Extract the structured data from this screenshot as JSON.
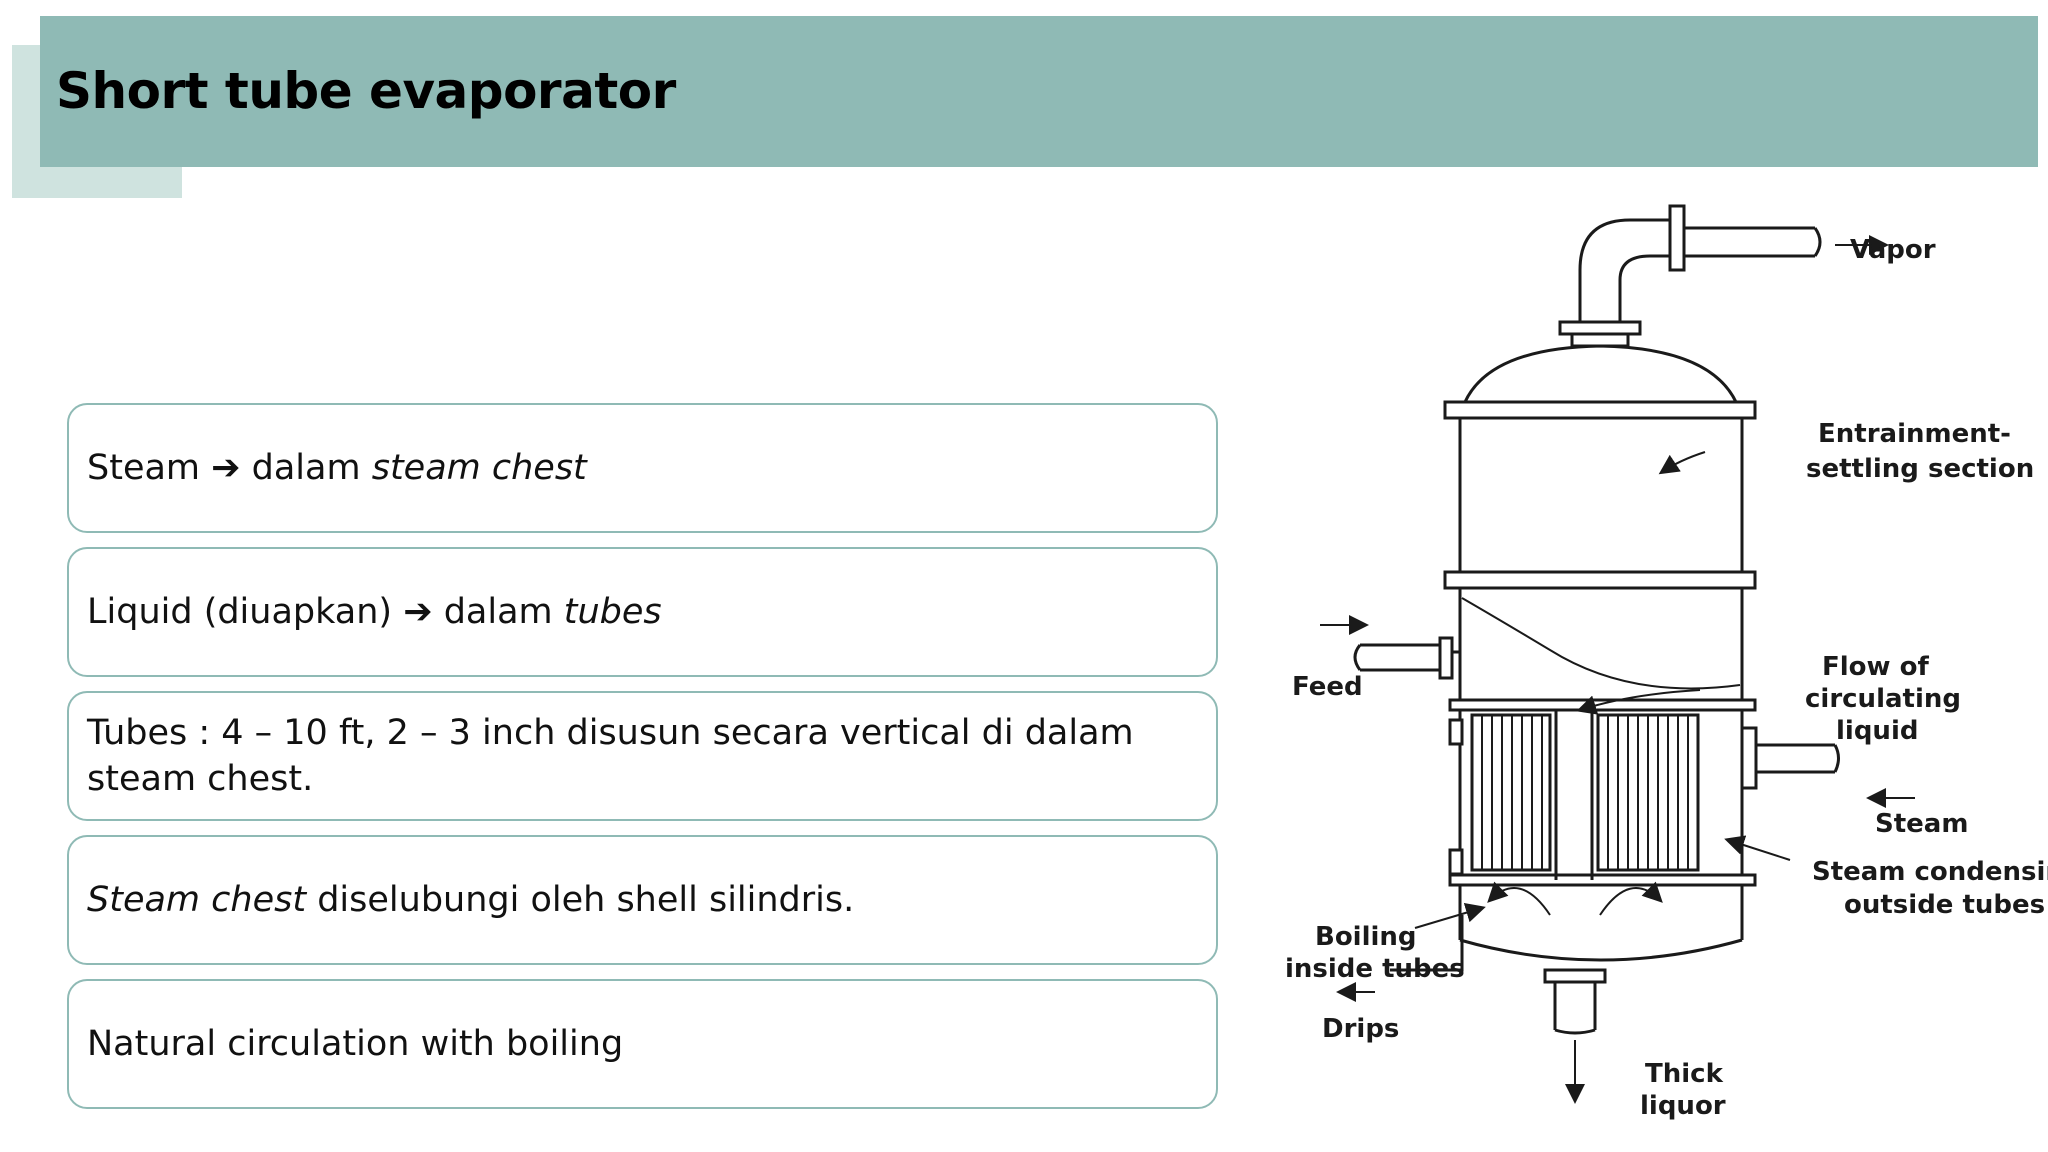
{
  "slide": {
    "title": "Short tube evaporator"
  },
  "bullets": [
    {
      "before": "Steam",
      "arrow": "➔",
      "after": "dalam",
      "italic": "steam chest"
    },
    {
      "before": "Liquid (diuapkan)",
      "arrow": "➔",
      "after": "dalam",
      "italic": "tubes"
    },
    {
      "text": "Tubes : 4 – 10 ft, 2 – 3 inch disusun secara vertical di dalam steam chest."
    },
    {
      "italic": "Steam chest",
      "rest": "diselubungi oleh shell silindris."
    },
    {
      "text": "Natural circulation with boiling"
    }
  ],
  "diagram": {
    "labels": {
      "vapor": "Vapor",
      "entrainment_1": "Entrainment-",
      "entrainment_2": "settling section",
      "flow_1": "Flow of",
      "flow_2": "circulating",
      "flow_3": "liquid",
      "feed": "Feed",
      "steam": "Steam",
      "condensing_1": "Steam condensing",
      "condensing_2": "outside tubes",
      "boiling_1": "Boiling",
      "boiling_2": "inside tubes",
      "drips": "Drips",
      "thick_1": "Thick",
      "thick_2": "liquor"
    }
  },
  "colors": {
    "title_bar": "#8fbab5",
    "accent_block": "#cfe3df",
    "box_border": "#8fbab5"
  }
}
